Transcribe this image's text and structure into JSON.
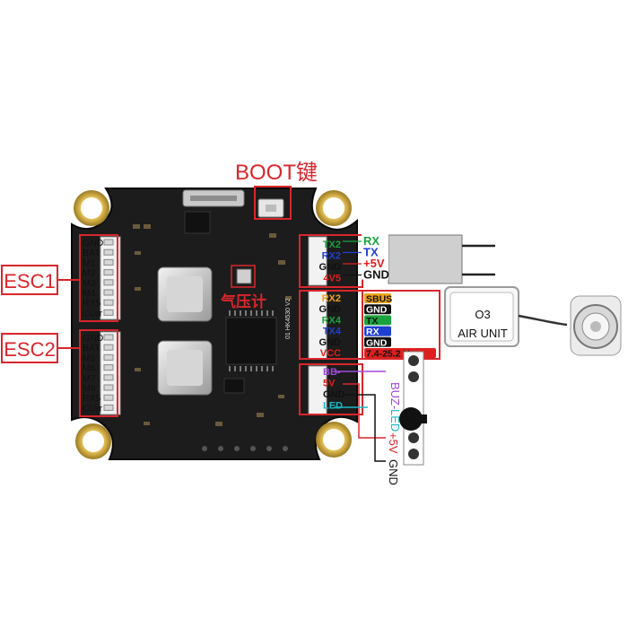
{
  "boot_label": "BOOT键",
  "baro_label": "气压计",
  "board_silk": "01 HK4530 V2",
  "esc1": {
    "title": "ESC1",
    "pins": [
      "GND",
      "BAT",
      "M1",
      "M2",
      "M3",
      "M4",
      "RX5",
      "CUrr"
    ]
  },
  "esc2": {
    "title": "ESC2",
    "pins": [
      "GND",
      "BAT",
      "M5",
      "M6",
      "M7",
      "M8",
      "RX5",
      "CUrr"
    ]
  },
  "uart2_pins": [
    "TX2",
    "RX2",
    "GND",
    "4V5"
  ],
  "receiver_labels": [
    "RX",
    "TX",
    "+5V",
    "GND"
  ],
  "o3_pins": [
    "RX2",
    "GND",
    "RX4",
    "TX4",
    "GND",
    "VCC"
  ],
  "o3_labels": [
    "SBUS",
    "GND",
    "TX",
    "RX",
    "GND",
    "7.4-25.2 V"
  ],
  "o3_unit": {
    "line1": "O3",
    "line2": "AIR UNIT"
  },
  "buz_pins": [
    "BB-",
    "5V",
    "GND",
    "LED"
  ],
  "buz_labels": {
    "buz": "BUZ-",
    "led": "LED",
    "plus5v": "+5V",
    "gnd": "GND"
  },
  "colors": {
    "red_frame": "#d9262c",
    "tx_green": "#19a33c",
    "rx_blue": "#1f3fd1",
    "sbus_orange": "#f0a21b",
    "vcc_red": "#e01e1e",
    "buz_purple": "#a049d8",
    "led_cyan": "#19b8c4",
    "board": "#1c1c1c"
  }
}
